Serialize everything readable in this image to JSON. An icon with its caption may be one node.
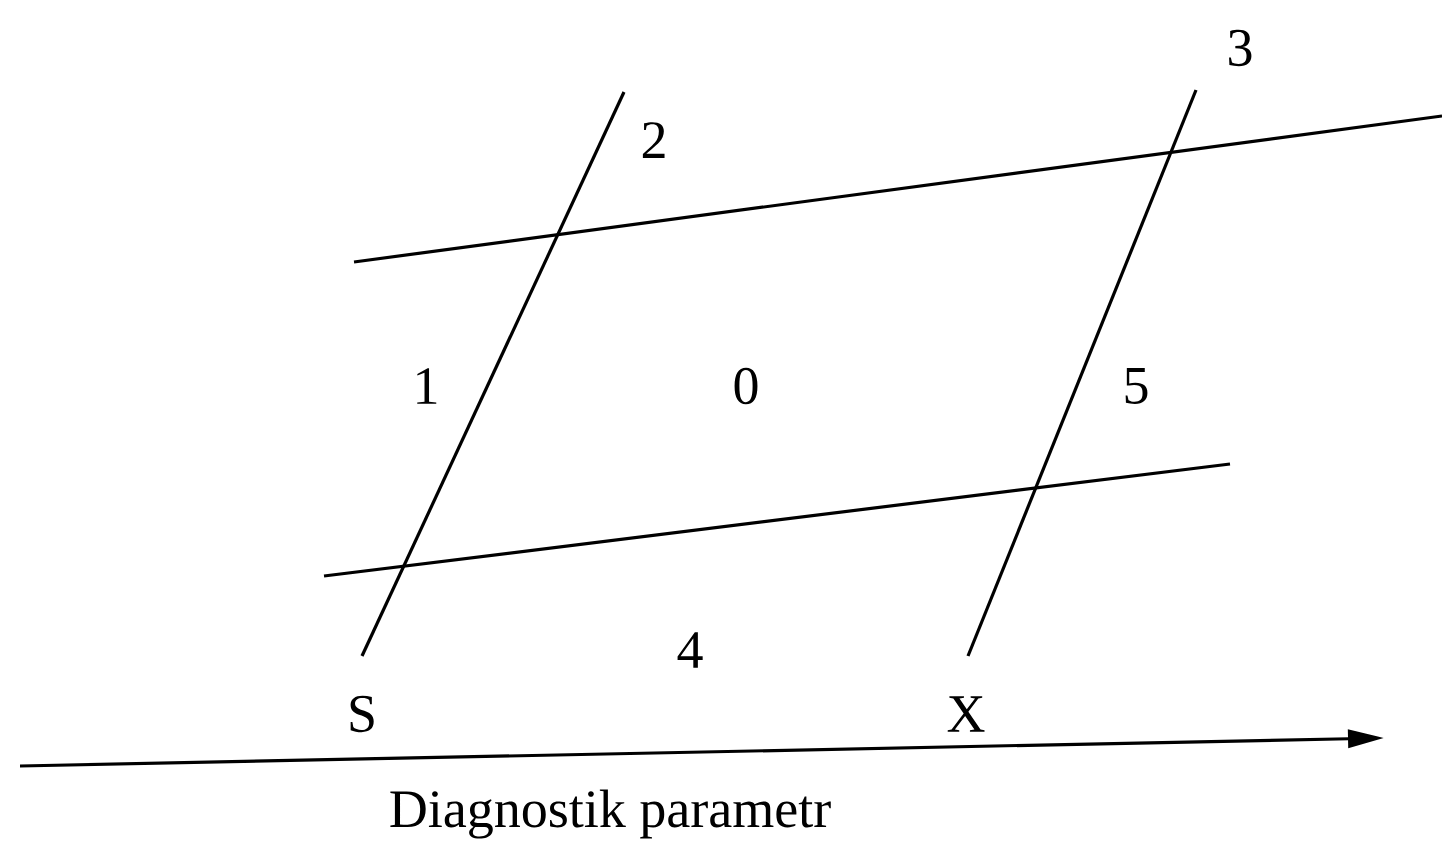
{
  "diagram": {
    "labels": [
      "2",
      "3",
      "1",
      "0",
      "5",
      "4",
      "S",
      "X",
      "Diagnostik parametr"
    ]
  }
}
